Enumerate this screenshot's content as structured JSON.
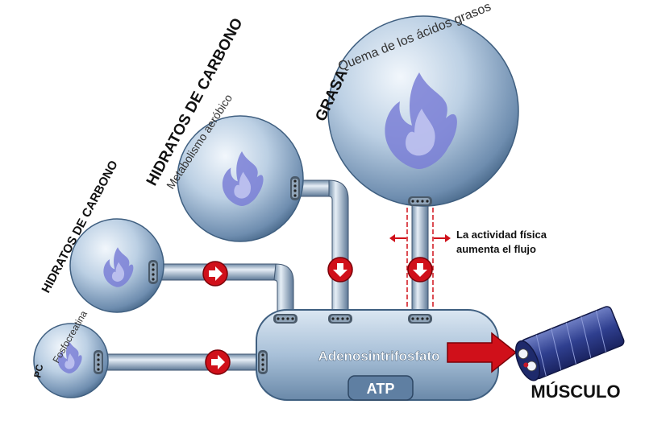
{
  "labels": {
    "pc": "PC",
    "pc_sub": "Fosfocreatina",
    "carb_small": "HIDRATOS DE CARBONO",
    "carb_mid": "HIDRATOS DE CARBONO",
    "carb_mid_sub": "Metabolismo aeróbico",
    "grasa": "GRASA",
    "grasa_sub": "Quema de los ácidos grasos",
    "activity_line1": "La actividad física",
    "activity_line2": "aumenta el flujo",
    "tank": "Adenosintrifosfato",
    "atp": "ATP",
    "muscle": "MÚSCULO"
  },
  "colors": {
    "sphere_light": "#eef4fa",
    "sphere_mid": "#a9c2db",
    "sphere_dark": "#3f5f80",
    "flame": "#7a7fd6",
    "pipe": "#b8cde0",
    "arrow_red": "#d0101a",
    "muscle_blue": "#2f3f8f"
  },
  "icons": [
    "flame-icon",
    "flow-arrow-icon",
    "muscle-icon"
  ]
}
